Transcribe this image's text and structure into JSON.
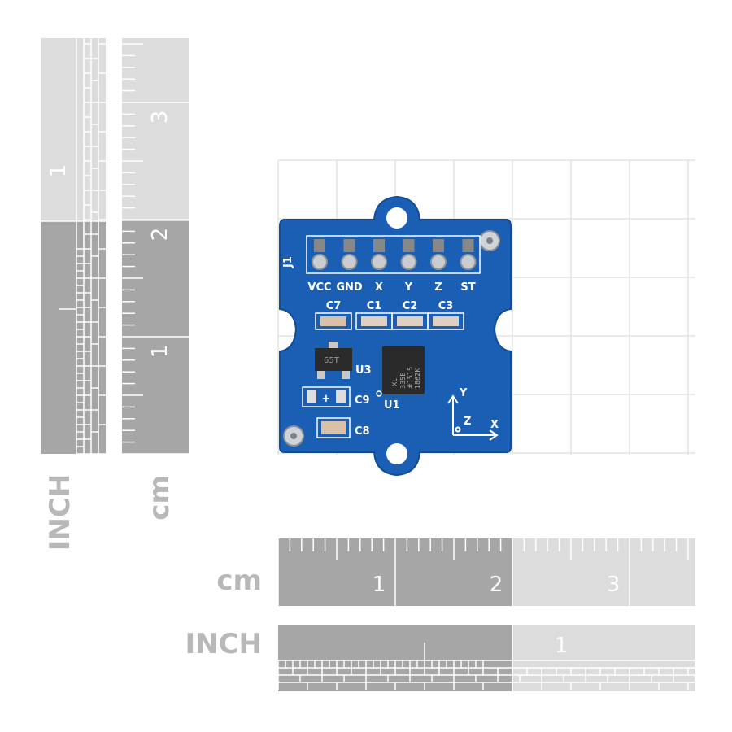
{
  "rulers": {
    "vertical_inch": {
      "unit": "INCH",
      "numbers": [
        "1"
      ]
    },
    "vertical_cm": {
      "unit": "cm",
      "numbers": [
        "1",
        "2",
        "3"
      ]
    },
    "horizontal_cm": {
      "unit": "cm",
      "numbers": [
        "1",
        "2",
        "3"
      ]
    },
    "horizontal_inch": {
      "unit": "INCH",
      "numbers": [
        "1"
      ]
    }
  },
  "board": {
    "connector_label": "J1",
    "pins": [
      "VCC",
      "GND",
      "X",
      "Y",
      "Z",
      "ST"
    ],
    "capacitors": [
      "C7",
      "C1",
      "C2",
      "C3",
      "C9",
      "C8"
    ],
    "u3_label": "U3",
    "u3_marking": "65T",
    "u1_label": "U1",
    "chip_marking": [
      "XL",
      "335B",
      "#1515",
      "1862K"
    ],
    "axes": [
      "Y",
      "Z",
      "X"
    ],
    "plus_sign": "+",
    "colors": {
      "pcb": "#1a5fb4",
      "ruler_dark": "#a6a6a6",
      "ruler_light": "#dcdcdc"
    }
  }
}
